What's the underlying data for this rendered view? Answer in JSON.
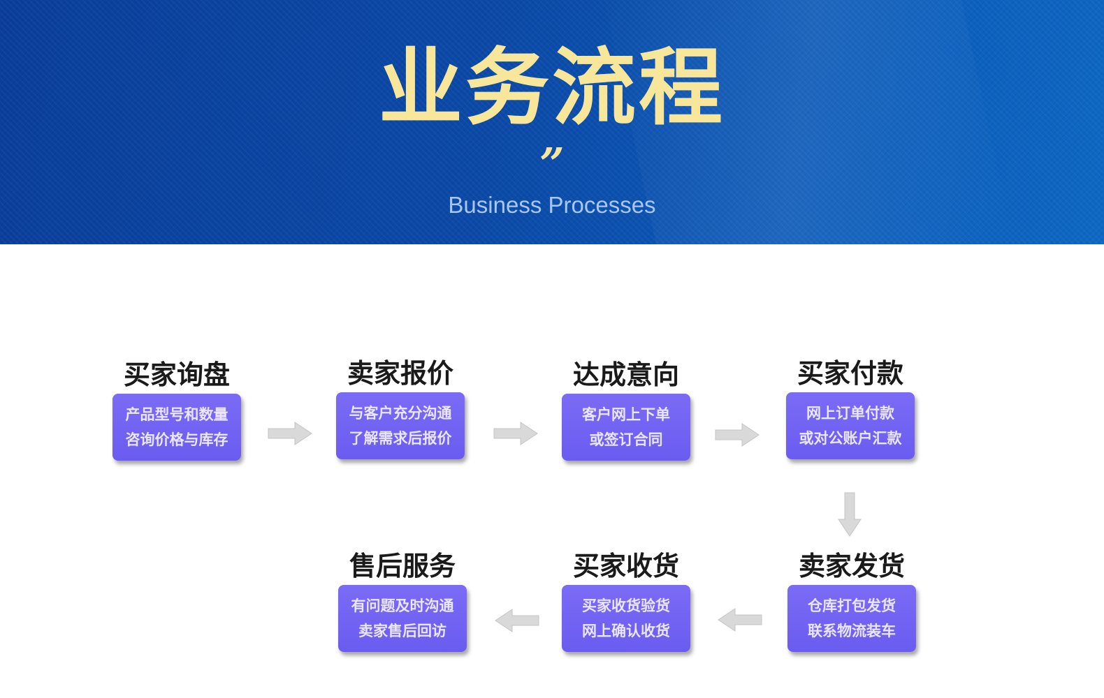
{
  "header": {
    "title": "业务流程",
    "quote_mark": "”",
    "subtitle": "Business Processes"
  },
  "colors": {
    "banner": "#0b4aa8",
    "title": "#f8e79a",
    "step_box": "#6f60f2",
    "arrow": "#d9d9d9"
  },
  "steps": [
    {
      "label": "买家询盘",
      "lines": [
        "产品型号和数量",
        "咨询价格与库存"
      ]
    },
    {
      "label": "卖家报价",
      "lines": [
        "与客户充分沟通",
        "了解需求后报价"
      ]
    },
    {
      "label": "达成意向",
      "lines": [
        "客户网上下单",
        "或签订合同"
      ]
    },
    {
      "label": "买家付款",
      "lines": [
        "网上订单付款",
        "或对公账户汇款"
      ]
    },
    {
      "label": "卖家发货",
      "lines": [
        "仓库打包发货",
        "联系物流装车"
      ]
    },
    {
      "label": "买家收货",
      "lines": [
        "买家收货验货",
        "网上确认收货"
      ]
    },
    {
      "label": "售后服务",
      "lines": [
        "有问题及时沟通",
        "卖家售后回访"
      ]
    }
  ]
}
